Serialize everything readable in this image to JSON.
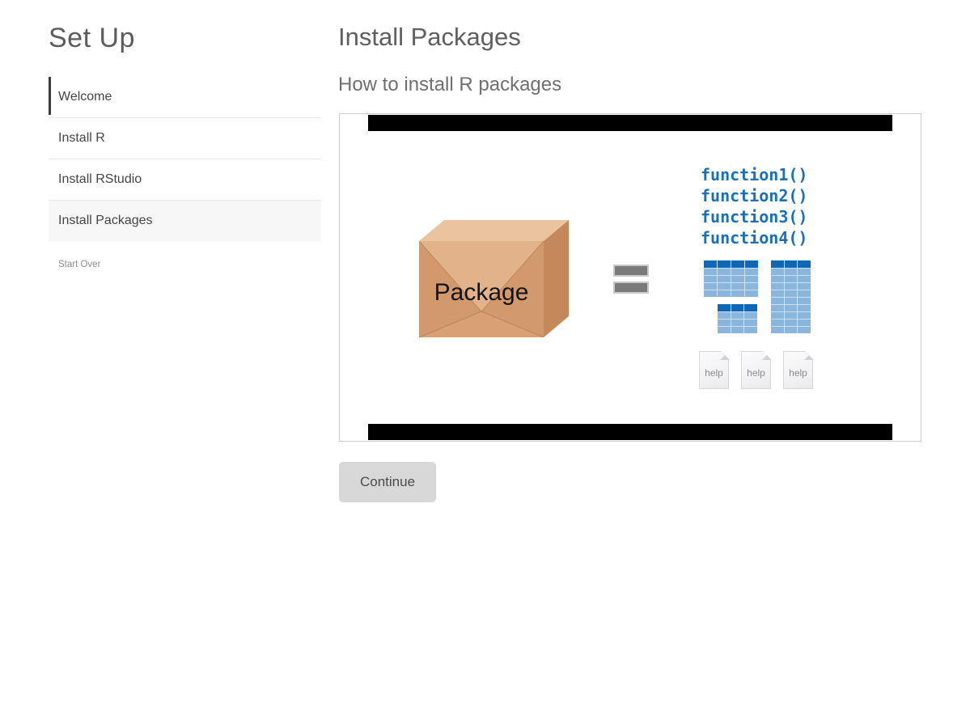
{
  "sidebar": {
    "title": "Set Up",
    "items": [
      {
        "label": "Welcome",
        "state": "current"
      },
      {
        "label": "Install R",
        "state": "default"
      },
      {
        "label": "Install RStudio",
        "state": "default"
      },
      {
        "label": "Install Packages",
        "state": "active"
      }
    ],
    "start_over_label": "Start Over"
  },
  "main": {
    "title": "Install Packages",
    "subtitle": "How to install R packages",
    "continue_label": "Continue"
  },
  "video": {
    "package_label": "Package",
    "functions": [
      "function1()",
      "function2()",
      "function3()",
      "function4()"
    ],
    "help_labels": [
      "help",
      "help",
      "help"
    ],
    "tables": [
      {
        "cols": 4,
        "rows": 4
      },
      {
        "cols": 3,
        "rows": 9
      },
      {
        "cols": 3,
        "rows": 3
      }
    ]
  },
  "colors": {
    "letterbox": "#000000",
    "frame_border": "#cccccc",
    "function_text": "#1d6fb5",
    "table_header": "#0f67b6",
    "table_body": "#8ab5dd",
    "table_gridline": "#cfe0ef",
    "equals_gray": "#7a7a7a",
    "box_front": "#d8a175",
    "box_top": "#e9c49e",
    "box_side": "#c5885a",
    "box_wedge_light": "#e2b38b",
    "box_wedge_dark": "#d29a6c",
    "active_item_bg": "#f7f7f7",
    "sidebar_indicator": "#3d3d3d",
    "button_bg": "#d8d8d8"
  }
}
